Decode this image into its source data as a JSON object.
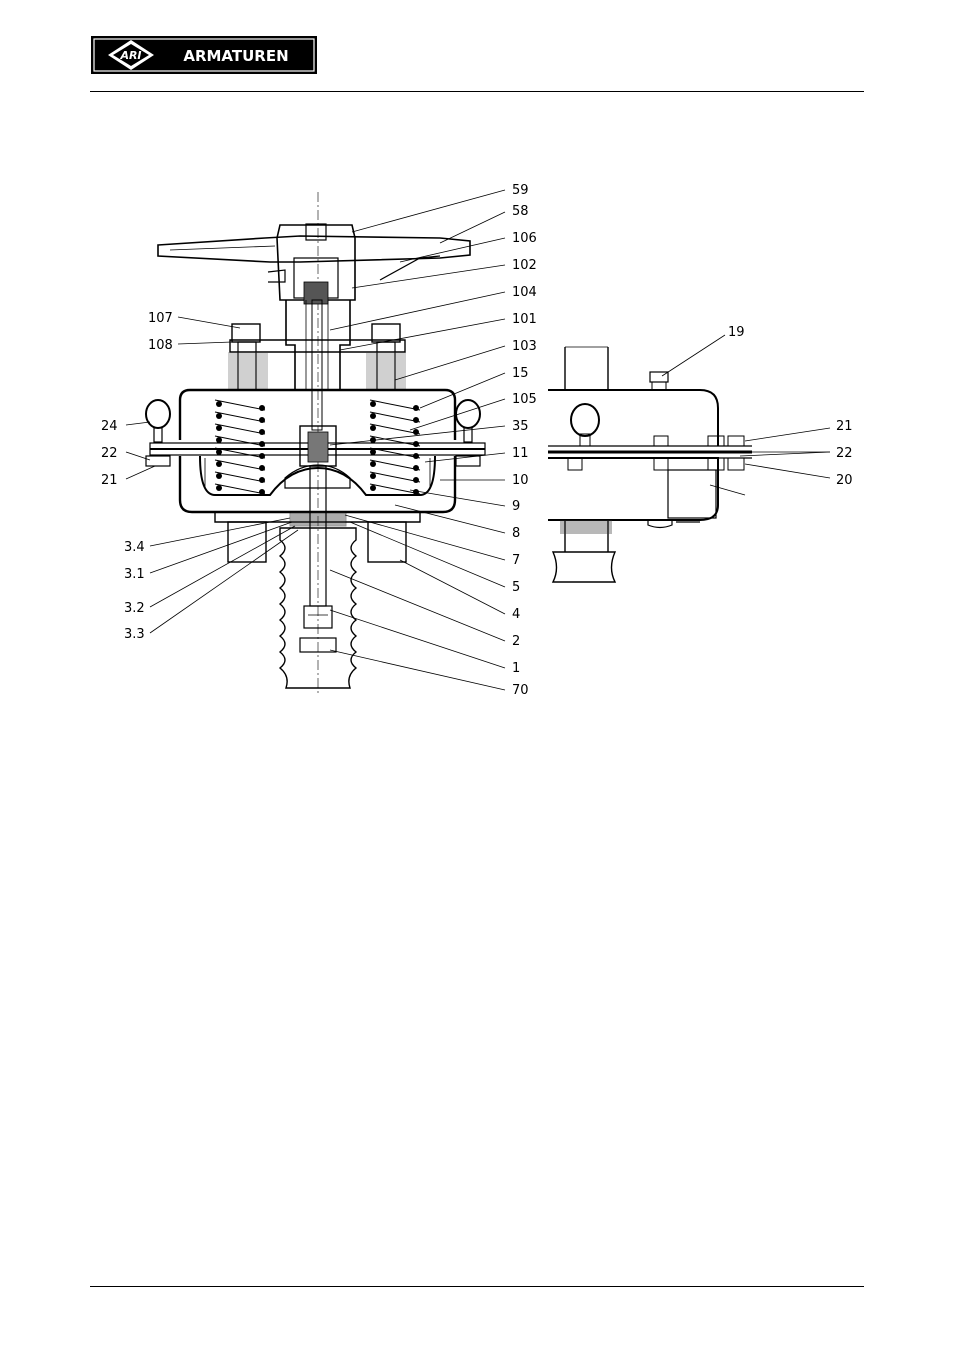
{
  "header": {
    "brand_word": "ARMATUREN",
    "brand_mark": "ARI"
  },
  "callouts_main": {
    "right": [
      "59",
      "58",
      "106",
      "102",
      "104",
      "101",
      "103",
      "15",
      "105",
      "35",
      "11",
      "10",
      "9",
      "8",
      "7",
      "5",
      "4",
      "2",
      "1",
      "70"
    ],
    "left_upper": [
      "107",
      "108"
    ],
    "left_side": [
      "24",
      "22",
      "21"
    ],
    "left_lower": [
      "3.4",
      "3.1",
      "3.2",
      "3.3"
    ]
  },
  "callouts_side": {
    "top": "19",
    "right": [
      "21",
      "22",
      "20"
    ]
  }
}
